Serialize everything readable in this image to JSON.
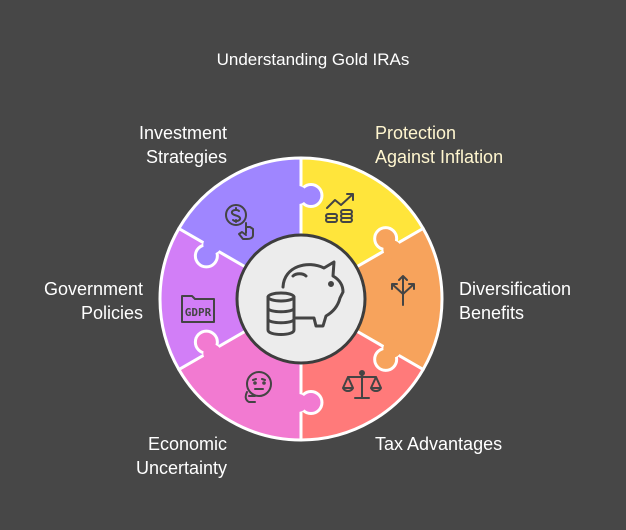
{
  "title": "Understanding Gold IRAs",
  "center_icon": "piggy-bank-coins-icon",
  "segments": [
    {
      "key": "protection",
      "lines": [
        "Protection",
        "Against Inflation"
      ],
      "color": "#ffe53b",
      "icon": "rising-coins-icon"
    },
    {
      "key": "diversification",
      "lines": [
        "Diversification",
        "Benefits"
      ],
      "color": "#f7a35c",
      "icon": "split-arrows-icon"
    },
    {
      "key": "tax",
      "lines": [
        "Tax Advantages"
      ],
      "color": "#ff7a7a",
      "icon": "scales-icon"
    },
    {
      "key": "economic",
      "lines": [
        "Economic",
        "Uncertainty"
      ],
      "color": "#f27ad1",
      "icon": "thinking-face-icon"
    },
    {
      "key": "government",
      "lines": [
        "Government",
        "Policies"
      ],
      "color": "#d27ef7",
      "icon": "gdpr-folder-icon"
    },
    {
      "key": "investment",
      "lines": [
        "Investment",
        "Strategies"
      ],
      "color": "#9f86ff",
      "icon": "dollar-hand-icon"
    }
  ],
  "icon_texts": {
    "gdpr": "GDPR"
  },
  "colors": {
    "background": "#474747",
    "center": "#ececec",
    "outline": "#ffffff",
    "icon_stroke": "#444444"
  }
}
